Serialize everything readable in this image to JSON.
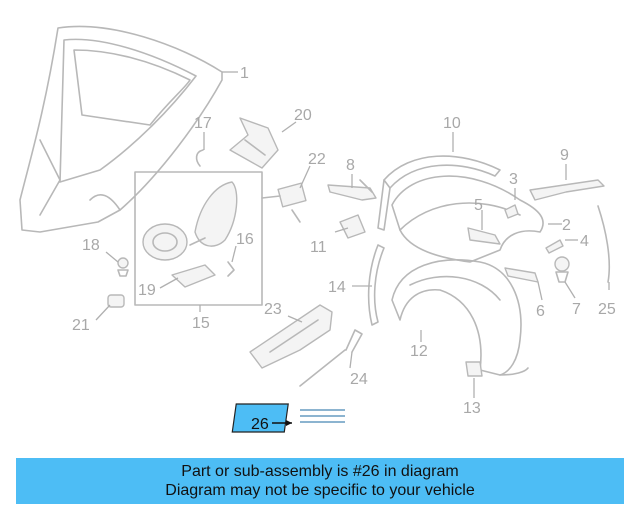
{
  "callouts": {
    "c1": "1",
    "c2": "2",
    "c3": "3",
    "c4": "4",
    "c5": "5",
    "c6": "6",
    "c7": "7",
    "c8": "8",
    "c9": "9",
    "c10": "10",
    "c11": "11",
    "c12": "12",
    "c13": "13",
    "c14": "14",
    "c15": "15",
    "c16": "16",
    "c17": "17",
    "c18": "18",
    "c19": "19",
    "c20": "20",
    "c21": "21",
    "c22": "22",
    "c23": "23",
    "c24": "24",
    "c25": "25",
    "c26": "26"
  },
  "highlight": {
    "part_number": "26",
    "color": "#4dbdf5"
  },
  "banner": {
    "line1": "Part or sub-assembly is #26 in diagram",
    "line2": "Diagram may not be specific to your vehicle",
    "background": "#4dbdf5"
  }
}
